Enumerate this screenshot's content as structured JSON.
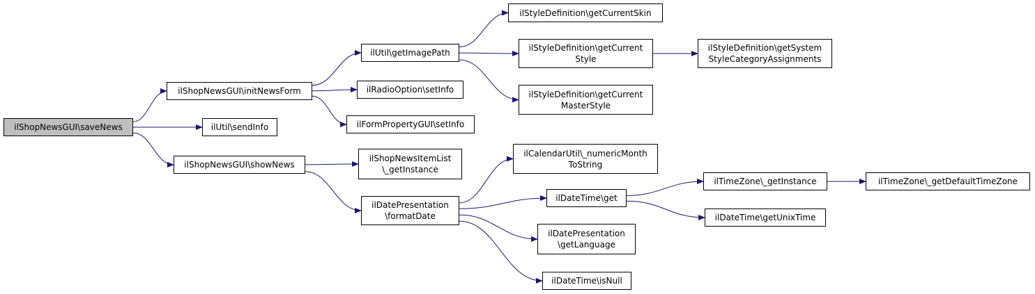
{
  "nodes": [
    {
      "id": "save_news",
      "label": "ilShopNewsGUI\\saveNews",
      "root": true
    },
    {
      "id": "init_news_form",
      "label": "ilShopNewsGUI\\initNewsForm"
    },
    {
      "id": "send_info",
      "label": "ilUtil\\sendInfo"
    },
    {
      "id": "show_news",
      "label": "ilShopNewsGUI\\showNews"
    },
    {
      "id": "get_image_path",
      "label": "ilUtil\\getImagePath"
    },
    {
      "id": "radio_set_info",
      "label": "ilRadioOption\\setInfo"
    },
    {
      "id": "form_prop_set_info",
      "label": "ilFormPropertyGUI\\setInfo"
    },
    {
      "id": "news_item_list",
      "label": "ilShopNewsItemList\n\\_getInstance"
    },
    {
      "id": "format_date",
      "label": "ilDatePresentation\n\\formatDate"
    },
    {
      "id": "get_current_skin",
      "label": "ilStyleDefinition\\getCurrentSkin"
    },
    {
      "id": "get_current_style",
      "label": "ilStyleDefinition\\getCurrent\nStyle"
    },
    {
      "id": "get_current_master_style",
      "label": "ilStyleDefinition\\getCurrent\nMasterStyle"
    },
    {
      "id": "get_system_style",
      "label": "ilStyleDefinition\\getSystem\nStyleCategoryAssignments"
    },
    {
      "id": "numeric_month",
      "label": "ilCalendarUtil\\_numericMonth\nToString"
    },
    {
      "id": "datetime_get",
      "label": "ilDateTime\\get"
    },
    {
      "id": "get_language",
      "label": "ilDatePresentation\n\\getLanguage"
    },
    {
      "id": "is_null",
      "label": "ilDateTime\\isNull"
    },
    {
      "id": "tz_get_instance",
      "label": "ilTimeZone\\_getInstance"
    },
    {
      "id": "get_unix_time",
      "label": "ilDateTime\\getUnixTime"
    },
    {
      "id": "default_tz",
      "label": "ilTimeZone\\_getDefaultTimeZone"
    }
  ],
  "edges": [
    [
      "save_news",
      "init_news_form"
    ],
    [
      "save_news",
      "send_info"
    ],
    [
      "save_news",
      "show_news"
    ],
    [
      "init_news_form",
      "get_image_path"
    ],
    [
      "init_news_form",
      "radio_set_info"
    ],
    [
      "init_news_form",
      "form_prop_set_info"
    ],
    [
      "show_news",
      "news_item_list"
    ],
    [
      "show_news",
      "format_date"
    ],
    [
      "get_image_path",
      "get_current_skin"
    ],
    [
      "get_image_path",
      "get_current_style"
    ],
    [
      "get_image_path",
      "get_current_master_style"
    ],
    [
      "get_current_style",
      "get_system_style"
    ],
    [
      "format_date",
      "numeric_month"
    ],
    [
      "format_date",
      "datetime_get"
    ],
    [
      "format_date",
      "get_language"
    ],
    [
      "format_date",
      "is_null"
    ],
    [
      "datetime_get",
      "tz_get_instance"
    ],
    [
      "datetime_get",
      "get_unix_time"
    ],
    [
      "tz_get_instance",
      "default_tz"
    ]
  ],
  "colors": {
    "edge": "#191970",
    "root_fill": "#bfbfbf",
    "node_fill": "#ffffff",
    "border": "#000000"
  }
}
